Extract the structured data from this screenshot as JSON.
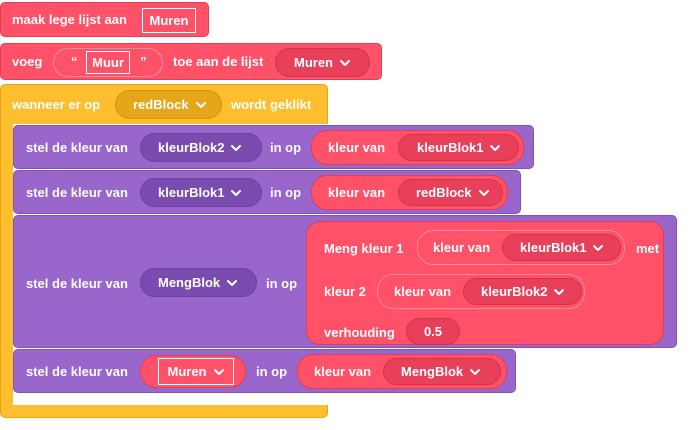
{
  "block1": {
    "label": "maak lege lijst aan",
    "list_name": "Muren"
  },
  "block2": {
    "prefix": "voeg",
    "quote_open": "“",
    "text": "Muur",
    "quote_close": "”",
    "middle": "toe aan de lijst",
    "list": "Muren"
  },
  "event": {
    "prefix": "wanneer er op",
    "sprite": "redBlock",
    "suffix": "wordt geklikt"
  },
  "set1": {
    "label": "stel de kleur van",
    "target": "kleurBlok2",
    "in_op": "in op",
    "kleur_van": "kleur van",
    "source": "kleurBlok1"
  },
  "set2": {
    "label": "stel de kleur van",
    "target": "kleurBlok1",
    "in_op": "in op",
    "kleur_van": "kleur van",
    "source": "redBlock"
  },
  "set3": {
    "label": "stel de kleur van",
    "target": "MengBlok",
    "in_op": "in op",
    "mix": {
      "label1": "Meng kleur 1",
      "kleur_van_1": "kleur van",
      "source1": "kleurBlok1",
      "met": "met",
      "label2": "kleur 2",
      "kleur_van_2": "kleur van",
      "source2": "kleurBlok2",
      "label3": "verhouding",
      "ratio": "0.5"
    }
  },
  "set4": {
    "label": "stel de kleur van",
    "target": "Muren",
    "in_op": "in op",
    "kleur_van": "kleur van",
    "source": "MengBlok"
  },
  "colors": {
    "red": "#FF5268",
    "yellow": "#FFBE2E",
    "purple": "#9966CC"
  },
  "icons": {
    "dropdown": "chevron-down-icon"
  }
}
